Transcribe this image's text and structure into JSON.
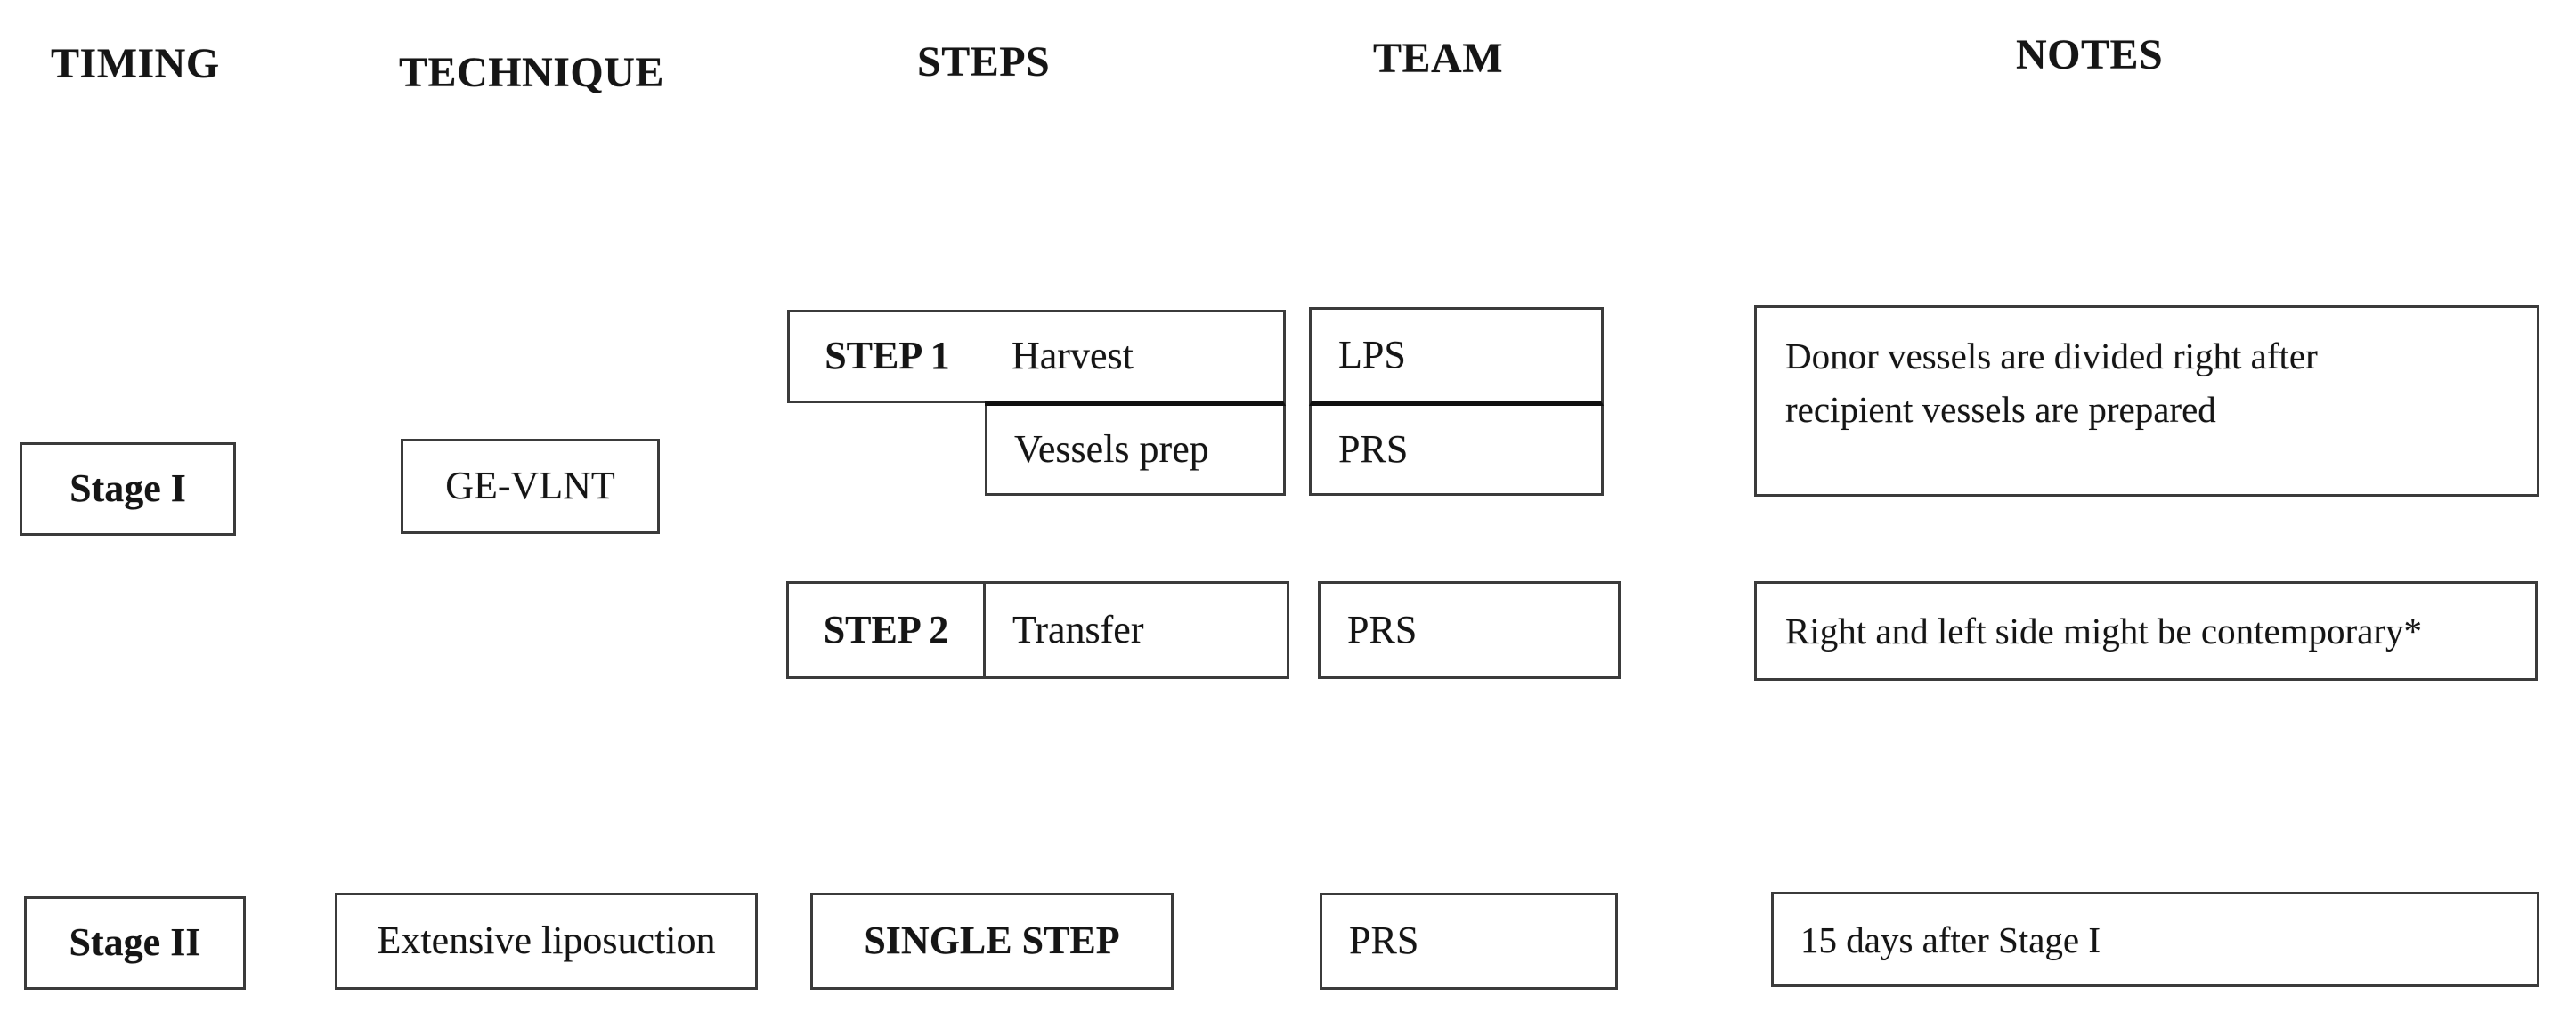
{
  "figure": {
    "description": "Two-stage surgical procedure workflow table"
  },
  "headers": {
    "timing": "TIMING",
    "technique": "TECHNIQUE",
    "steps": "STEPS",
    "team": "TEAM",
    "notes": "NOTES"
  },
  "stage1": {
    "timing": "Stage I",
    "technique": "GE-VLNT",
    "step1": {
      "label": "STEP 1",
      "substeps": [
        "Harvest",
        "Vessels prep"
      ],
      "teams": [
        "LPS",
        "PRS"
      ],
      "note_lines": [
        "Donor vessels are divided right after",
        "recipient vessels are prepared"
      ]
    },
    "step2": {
      "label": "STEP 2",
      "substep": "Transfer",
      "team": "PRS",
      "note": "Right and left side might be contemporary*"
    }
  },
  "stage2": {
    "timing": "Stage II",
    "technique": "Extensive liposuction",
    "step_label": "SINGLE STEP",
    "team": "PRS",
    "note": "15 days after Stage I"
  },
  "colors": {
    "border": "#3b3b3b",
    "thick_divider": "#101010",
    "text": "#151515",
    "background": "#ffffff"
  }
}
